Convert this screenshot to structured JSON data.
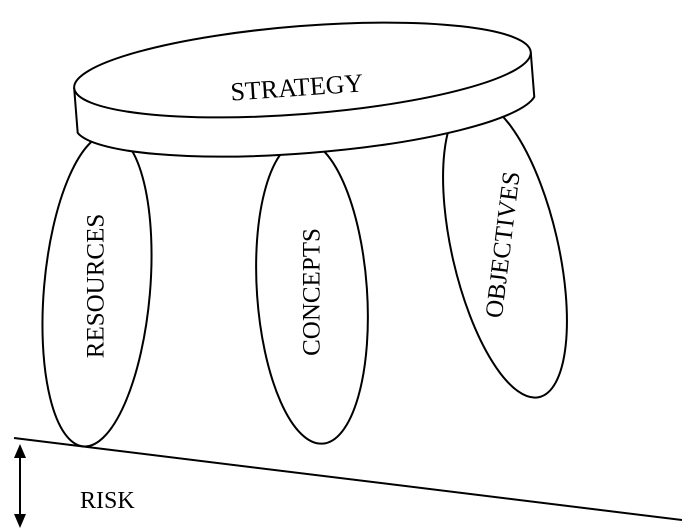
{
  "diagram": {
    "top": {
      "label": "STRATEGY"
    },
    "legs": [
      {
        "label": "RESOURCES"
      },
      {
        "label": "CONCEPTS"
      },
      {
        "label": "OBJECTIVES"
      }
    ],
    "risk": {
      "label": "RISK"
    }
  }
}
